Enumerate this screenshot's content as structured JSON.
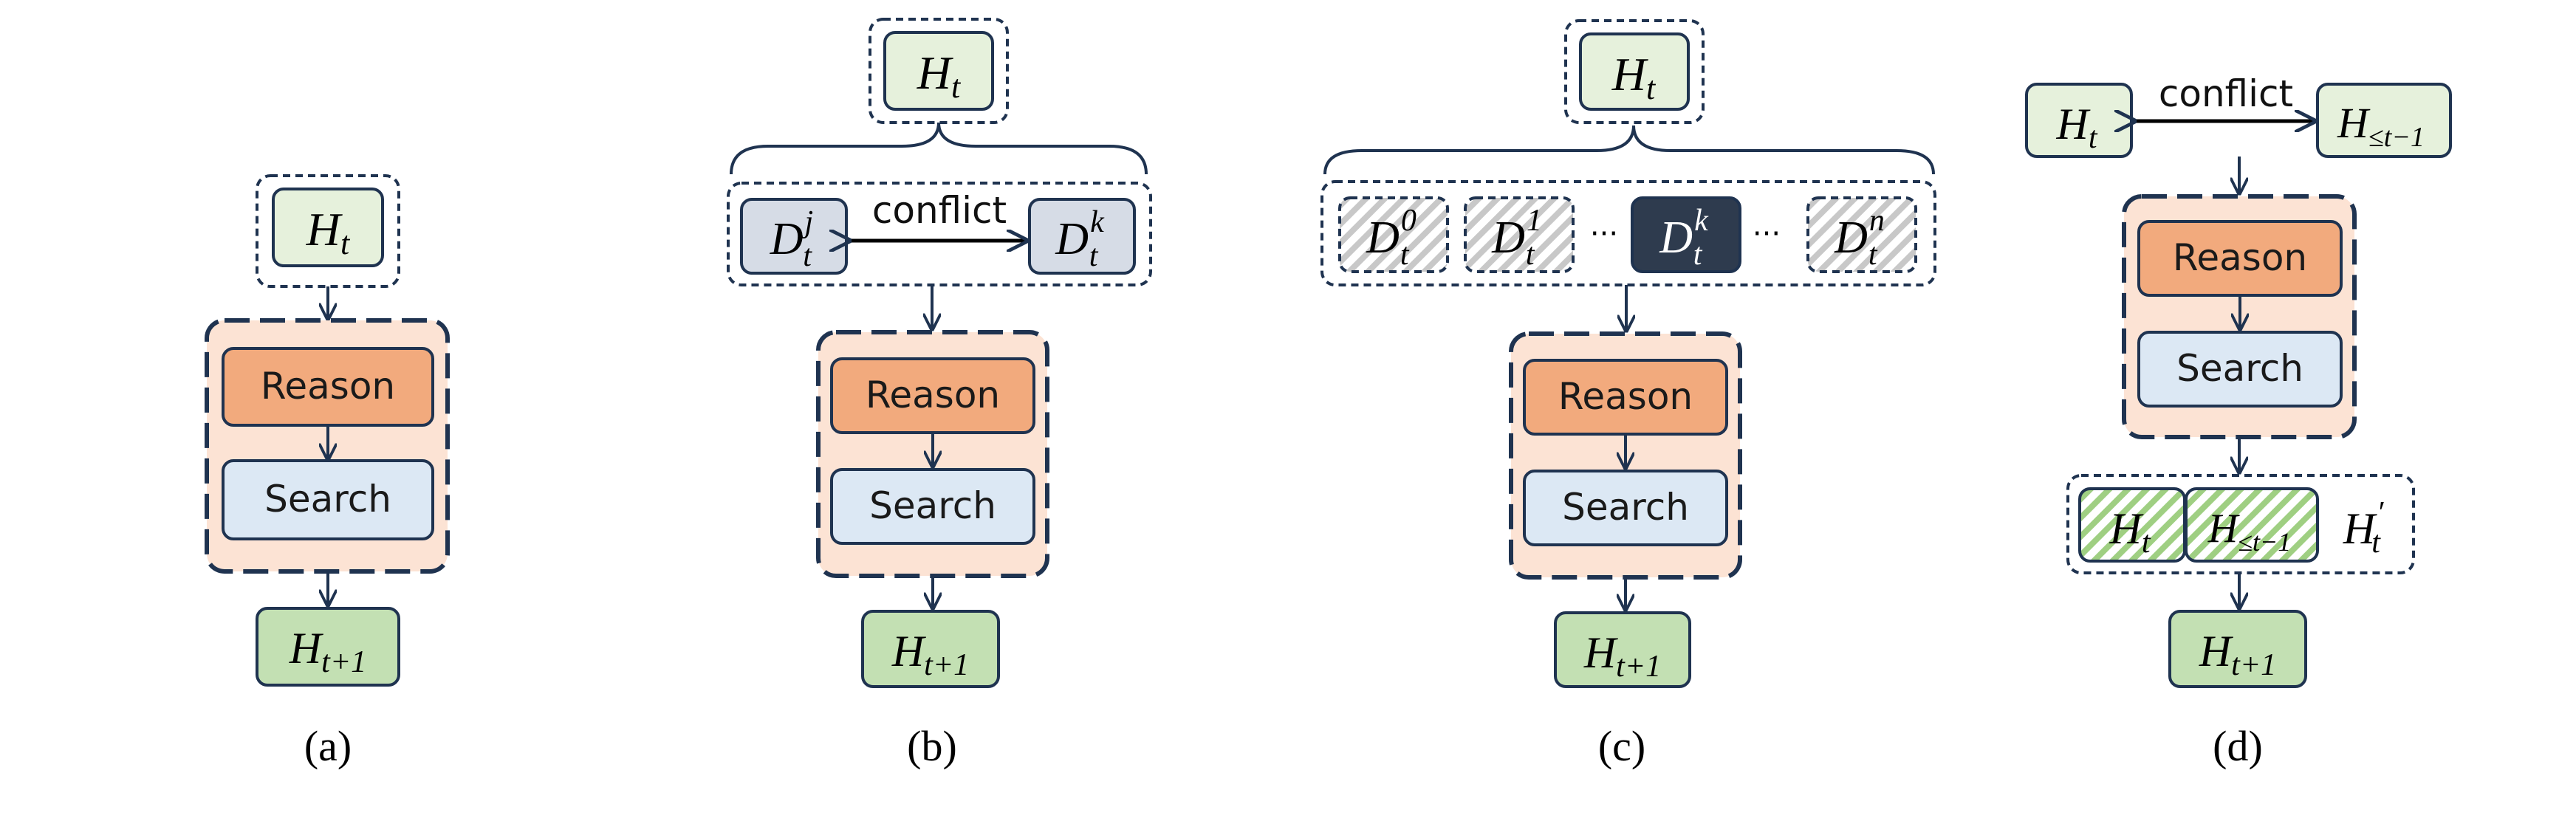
{
  "colors": {
    "outline": "#1f3350",
    "hidden_fill": "#e6f1dc",
    "next_fill": "#c3e0b3",
    "reason_fill": "#f2aa7d",
    "search_fill": "#dce8f4",
    "module_fill": "#fce3d4",
    "doc_fill": "#d6dce6",
    "doc_dark": "#2e3b4e",
    "hatch_gray": "#c8c8c8",
    "hatch_green": "#9fcf82"
  },
  "labels": {
    "reason": "Reason",
    "search": "Search",
    "conflict": "conflict",
    "ellipsis": "···"
  },
  "math": {
    "H": "H",
    "D": "D",
    "t": "t",
    "t_plus_1": "t+1",
    "le_t_minus_1": "≤t−1",
    "j": "j",
    "k": "k",
    "zero": "0",
    "one": "1",
    "n": "n",
    "prime": "′"
  },
  "panels": {
    "a": {
      "caption": "(a)"
    },
    "b": {
      "caption": "(b)"
    },
    "c": {
      "caption": "(c)"
    },
    "d": {
      "caption": "(d)"
    }
  }
}
